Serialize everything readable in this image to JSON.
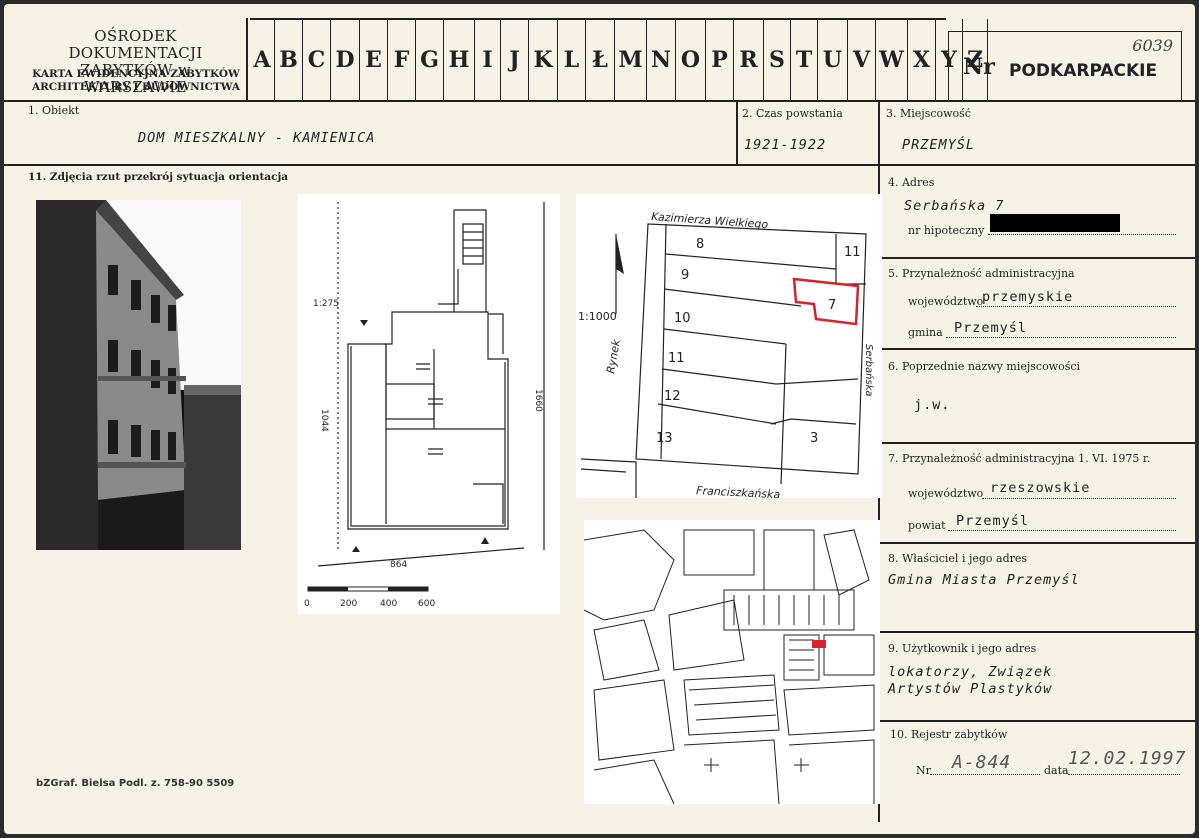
{
  "header": {
    "institution_line1": "OŚRODEK DOKUMENTACJI",
    "institution_line2": "ZABYTKÓW w WARSZAWIE",
    "card_type_line1": "KARTA EWIDENCYJNA ZABYTKÓW",
    "card_type_line2": "ARCHITEKTURY I BUDOWNICTWA",
    "alphabet": [
      "A",
      "B",
      "C",
      "D",
      "E",
      "F",
      "G",
      "H",
      "I",
      "J",
      "K",
      "L",
      "Ł",
      "M",
      "N",
      "O",
      "P",
      "R",
      "S",
      "T",
      "U",
      "V",
      "W",
      "X",
      "Y",
      "Z"
    ],
    "nr_label": "Nr",
    "nr_value": "PODKARPACKIE",
    "card_number": "6039"
  },
  "fields": {
    "obiekt_label": "1. Obiekt",
    "obiekt_value": "DOM MIESZKALNY - KAMIENICA",
    "czas_label": "2. Czas powstania",
    "czas_value": "1921-1922",
    "miejscowosc_label": "3. Miejscowość",
    "miejscowosc_value": "PRZEMYŚL",
    "zdjecia_label": "11. Zdjęcia rzut przekrój sytuacja orientacja",
    "adres_label": "4. Adres",
    "adres_value": "Serbańska 7",
    "hipoteczny_label": "nr hipoteczny",
    "przynaleznosc_label": "5. Przynależność administracyjna",
    "wojewodztwo_label": "województwo",
    "wojewodztwo_value": "przemyskie",
    "gmina_label": "gmina",
    "gmina_value": "Przemyśl",
    "poprzednie_label": "6. Poprzednie nazwy miejscowości",
    "poprzednie_value": "j.w.",
    "przynaleznosc1975_label": "7. Przynależność administracyjna 1. VI. 1975 r.",
    "wojewodztwo1975_label": "województwo",
    "wojewodztwo1975_value": "rzeszowskie",
    "powiat_label": "powiat",
    "powiat_value": "Przemyśl",
    "wlasciciel_label": "8. Właściciel i jego adres",
    "wlasciciel_value": "Gmina Miasta Przemyśl",
    "uzytkownik_label": "9. Użytkownik i jego adres",
    "uzytkownik_line1": "lokatorzy, Związek",
    "uzytkownik_line2": "Artystów Plastyków",
    "rejestr_label": "10. Rejestr zabytków",
    "rejestr_nr_label": "Nr",
    "rejestr_nr_value": "A-844",
    "rejestr_data_label": "data",
    "rejestr_data_value": "12.02.1997"
  },
  "plan": {
    "scale": "1:275",
    "width_dim": "864",
    "height_left": "1044",
    "height_right": "1660",
    "scale_ticks": [
      "0",
      "200",
      "400",
      "600"
    ]
  },
  "site_map": {
    "scale": "1:1000",
    "streets": [
      "Kazimierza Wielkiego",
      "Rynek",
      "Serbańska",
      "Franciszkańska"
    ],
    "plots": [
      "8",
      "9",
      "10",
      "11",
      "12",
      "13",
      "11",
      "7",
      "3"
    ]
  },
  "footer": {
    "printer": "bZGraf. Bielsa Podl. z. 758-90 5509"
  },
  "colors": {
    "card": "#f6f3e6",
    "ink": "#222222",
    "highlight": "#d8232a"
  }
}
